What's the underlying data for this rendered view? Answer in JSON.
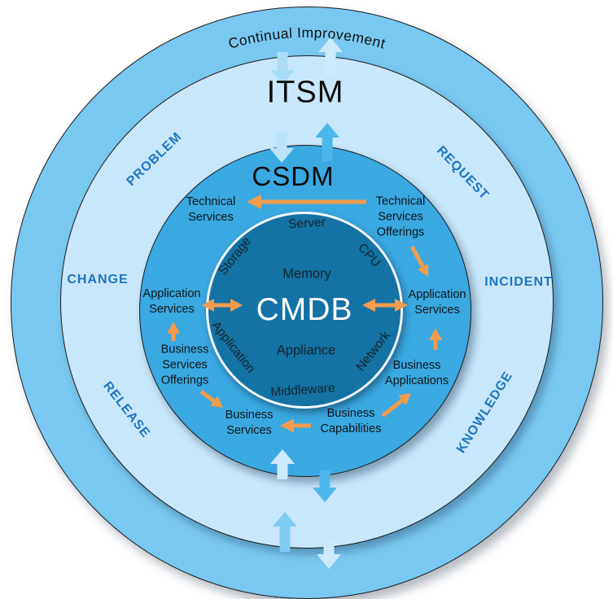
{
  "outer": {
    "label": "Continual Improvement"
  },
  "itsm": {
    "label": "ITSM",
    "processes": {
      "problem": "PROBLEM",
      "request": "REQUEST",
      "change": "CHANGE",
      "incident": "INCIDENT",
      "release": "RELEASE",
      "knowledge": "KNOWLEDGE"
    }
  },
  "csdm": {
    "label": "CSDM",
    "nodes": {
      "technical_services": "Technical\nServices",
      "technical_services_offerings": "Technical\nServices\nOfferings",
      "application_services_left": "Application\nServices",
      "application_services_right": "Application\nServices",
      "business_services_offerings": "Business\nServices\nOfferings",
      "business_applications": "Business\nApplications",
      "business_services": "Business\nServices",
      "business_capabilities": "Business\nCapabilities"
    }
  },
  "cmdb": {
    "label": "CMDB",
    "ci_types": {
      "server": "Server",
      "storage": "Storage",
      "cpu": "CPU",
      "memory": "Memory",
      "application": "Application",
      "network": "Network",
      "appliance": "Appliance",
      "middleware": "Middleware"
    }
  },
  "colors": {
    "outer_ring": "#79c8f2",
    "itsm_ring": "#c9e7fa",
    "csdm_ring": "#3aa8e1",
    "cmdb_circle": "#1472a4",
    "process_text": "#1d76c2",
    "arrow_orange": "#f49c4c",
    "arrow_blue_light": "#cdeafc",
    "arrow_blue_medium": "#4db7ec"
  }
}
